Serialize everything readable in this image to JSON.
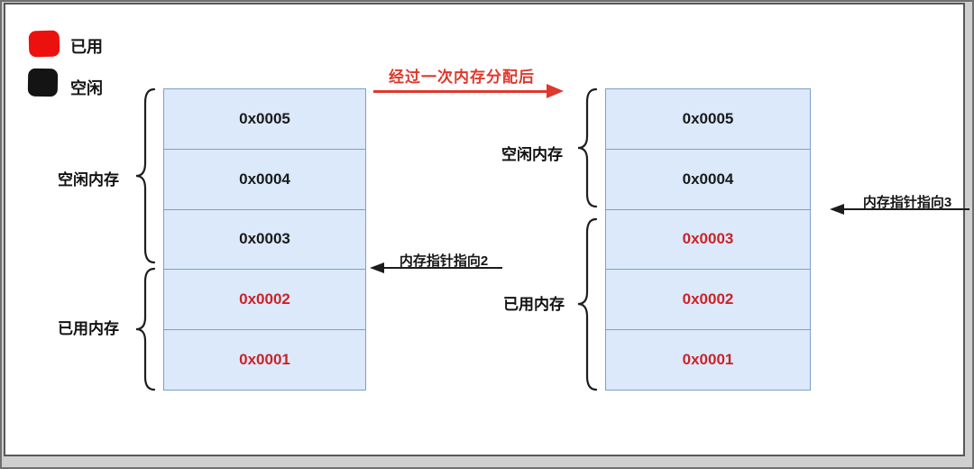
{
  "legend": {
    "items": [
      {
        "label": "已用",
        "color": "#ec100e",
        "meaning": "used"
      },
      {
        "label": "空闲",
        "color": "#141414",
        "meaning": "free"
      }
    ]
  },
  "transition": {
    "label": "经过一次内存分配后"
  },
  "stacks": {
    "before": {
      "free_region_label": "空闲内存",
      "used_region_label": "已用内存",
      "pointer_label": "内存指针指向2",
      "cells": [
        {
          "address": "0x0005",
          "state": "free"
        },
        {
          "address": "0x0004",
          "state": "free"
        },
        {
          "address": "0x0003",
          "state": "free"
        },
        {
          "address": "0x0002",
          "state": "used"
        },
        {
          "address": "0x0001",
          "state": "used"
        }
      ]
    },
    "after": {
      "free_region_label": "空闲内存",
      "used_region_label": "已用内存",
      "pointer_label": "内存指针指向3",
      "cells": [
        {
          "address": "0x0005",
          "state": "free"
        },
        {
          "address": "0x0004",
          "state": "free"
        },
        {
          "address": "0x0003",
          "state": "used"
        },
        {
          "address": "0x0002",
          "state": "used"
        },
        {
          "address": "0x0001",
          "state": "used"
        }
      ]
    }
  },
  "colors": {
    "cell_fill": "#dbe9fb",
    "cell_border": "#7f9fc5",
    "used_text": "#cb2327",
    "free_text": "#1b1b1b",
    "arrow_red": "#df382d",
    "arrow_black": "#1c1c1c"
  }
}
